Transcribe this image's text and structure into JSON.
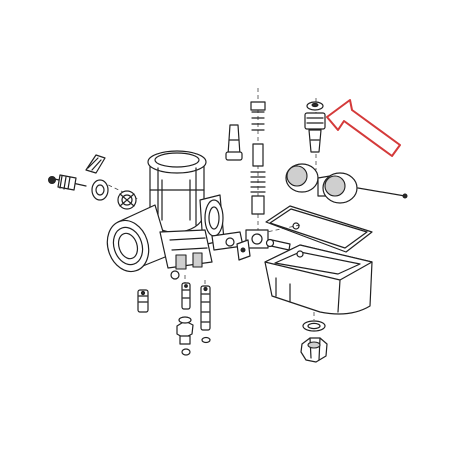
{
  "diagram": {
    "colors": {
      "background": "#ffffff",
      "line": "#222222",
      "arrow": "#d43a3a"
    },
    "parts": [
      "carburetor-body",
      "idle-screw",
      "throttle-stop",
      "slide-needle",
      "slide-spring",
      "piston",
      "float-pair",
      "float-pin",
      "float-bowl-gasket",
      "float-bowl",
      "main-jet",
      "needle-jet",
      "drain-plug",
      "float-valve",
      "jet-holder",
      "idle-jet"
    ],
    "highlighted_part": "float-valve"
  }
}
